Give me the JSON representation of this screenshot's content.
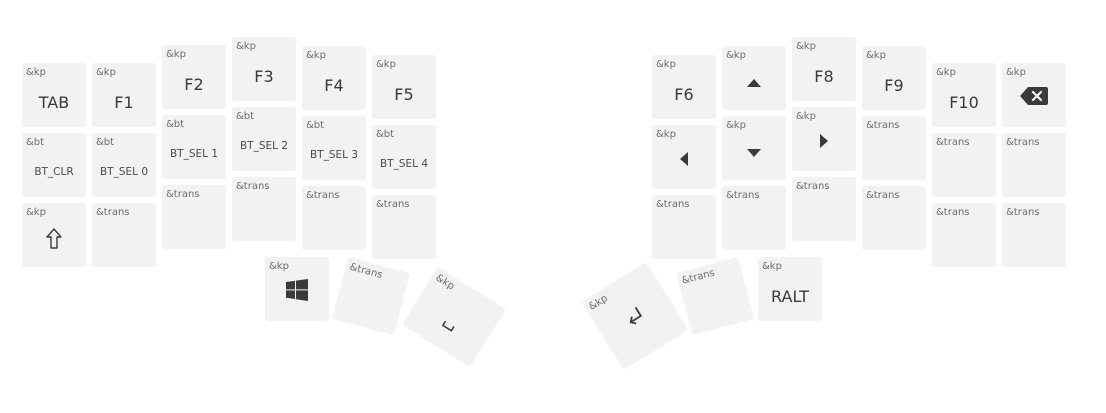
{
  "colors": {
    "key_bg": "#f2f2f2",
    "text": "#3a3a3a",
    "behavior_text": "#6d6d6d",
    "icon": "#3a3a3a"
  },
  "left": {
    "r0": [
      {
        "behavior": "&kp",
        "label": "TAB"
      },
      {
        "behavior": "&kp",
        "label": "F1"
      },
      {
        "behavior": "&kp",
        "label": "F2"
      },
      {
        "behavior": "&kp",
        "label": "F3"
      },
      {
        "behavior": "&kp",
        "label": "F4"
      },
      {
        "behavior": "&kp",
        "label": "F5"
      }
    ],
    "r1": [
      {
        "behavior": "&bt",
        "label": "BT_CLR"
      },
      {
        "behavior": "&bt",
        "label": "BT_SEL 0"
      },
      {
        "behavior": "&bt",
        "label": "BT_SEL 1"
      },
      {
        "behavior": "&bt",
        "label": "BT_SEL 2"
      },
      {
        "behavior": "&bt",
        "label": "BT_SEL 3"
      },
      {
        "behavior": "&bt",
        "label": "BT_SEL 4"
      }
    ],
    "r2": [
      {
        "behavior": "&kp",
        "icon": "shift-arrow-icon"
      },
      {
        "behavior": "&trans"
      },
      {
        "behavior": "&trans"
      },
      {
        "behavior": "&trans"
      },
      {
        "behavior": "&trans"
      },
      {
        "behavior": "&trans"
      }
    ],
    "thumb": [
      {
        "behavior": "&kp",
        "icon": "windows-icon"
      },
      {
        "behavior": "&trans"
      },
      {
        "behavior": "&kp",
        "icon": "space-icon"
      }
    ]
  },
  "right": {
    "r0": [
      {
        "behavior": "&kp",
        "label": "F6"
      },
      {
        "behavior": "&kp",
        "icon": "caret-up-icon"
      },
      {
        "behavior": "&kp",
        "label": "F8"
      },
      {
        "behavior": "&kp",
        "label": "F9"
      },
      {
        "behavior": "&kp",
        "label": "F10"
      },
      {
        "behavior": "&kp",
        "icon": "backspace-icon"
      }
    ],
    "r1": [
      {
        "behavior": "&kp",
        "icon": "caret-left-icon"
      },
      {
        "behavior": "&kp",
        "icon": "caret-down-icon"
      },
      {
        "behavior": "&kp",
        "icon": "caret-right-icon"
      },
      {
        "behavior": "&trans"
      },
      {
        "behavior": "&trans"
      },
      {
        "behavior": "&trans"
      }
    ],
    "r2": [
      {
        "behavior": "&trans"
      },
      {
        "behavior": "&trans"
      },
      {
        "behavior": "&trans"
      },
      {
        "behavior": "&trans"
      },
      {
        "behavior": "&trans"
      },
      {
        "behavior": "&trans"
      }
    ],
    "thumb": [
      {
        "behavior": "&kp",
        "icon": "enter-icon"
      },
      {
        "behavior": "&trans"
      },
      {
        "behavior": "&kp",
        "label": "RALT"
      }
    ]
  }
}
